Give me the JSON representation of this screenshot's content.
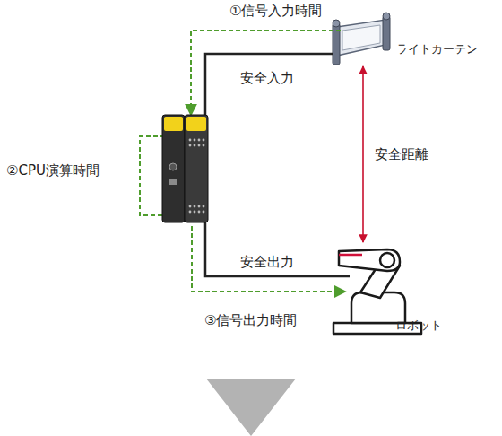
{
  "diagram": {
    "nodes": [
      {
        "text": [
          "ライトカーテン"
        ]
      },
      {
        "text": [
          "ロボット"
        ]
      }
    ],
    "edges": [
      {
        "from": 0,
        "to": 1,
        "arrow": "both",
        "label": "安全距離"
      }
    ],
    "labels": [
      "①信号入力時間",
      "安全入力",
      "②CPU演算時間",
      "安全出力",
      "③信号出力時間"
    ]
  }
}
